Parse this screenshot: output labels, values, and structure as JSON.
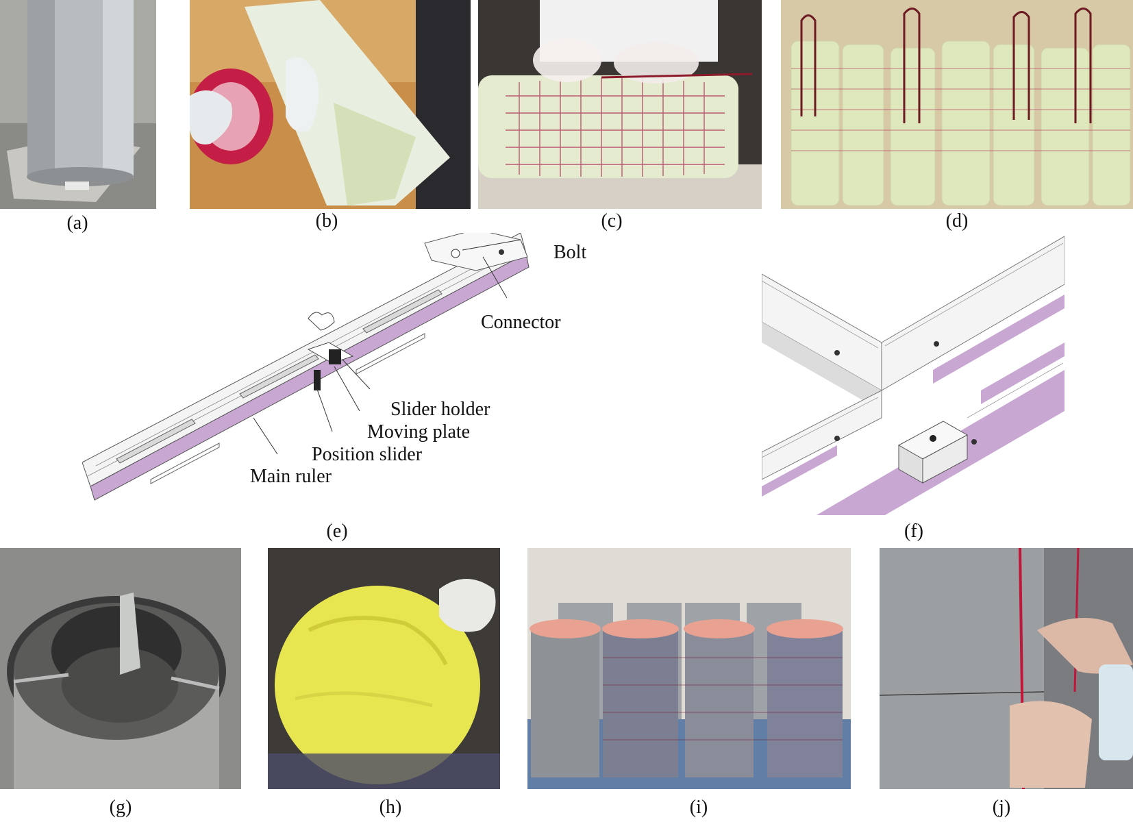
{
  "captions": {
    "a": "(a)",
    "b": "(b)",
    "c": "(c)",
    "d": "(d)",
    "e": "(e)",
    "f": "(f)",
    "g": "(g)",
    "h": "(h)",
    "i": "(i)",
    "j": "(j)"
  },
  "labels": {
    "bolt": "Bolt",
    "connector": "Connector",
    "slider_holder": "Slider holder",
    "moving_plate": "Moving plate",
    "position_slider": "Position slider",
    "main_ruler": "Main ruler"
  },
  "colors": {
    "ruler_purple": "#c9a7d3",
    "ruler_white": "#f4f4f4",
    "gfrp_tube": "#d9e2b8",
    "grid_red": "#b0355a",
    "steel": "#9a9a9a",
    "yellow_sealant": "#e8e650"
  }
}
